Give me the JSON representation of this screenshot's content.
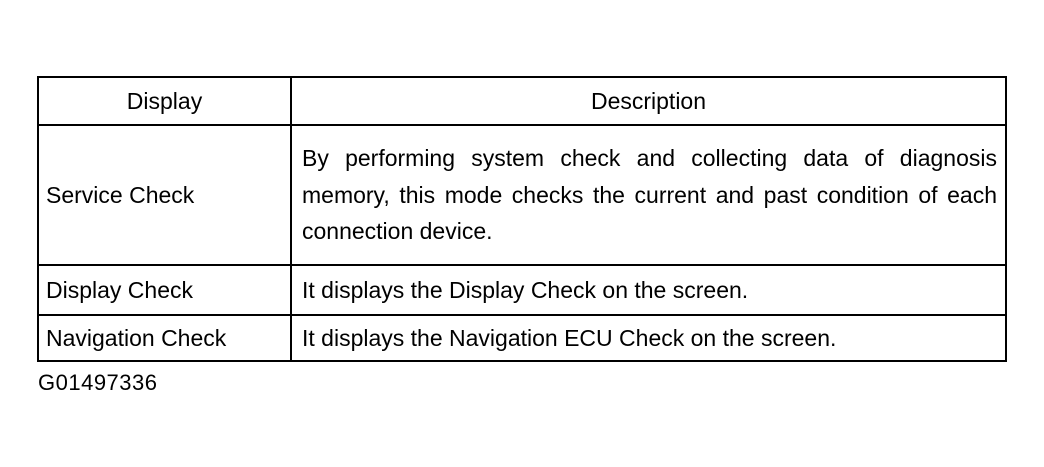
{
  "table": {
    "headers": [
      "Display",
      "Description"
    ],
    "rows": [
      {
        "display": "Service Check",
        "description": "By performing system check and collecting data of diagnosis memory, this mode checks the current and past condition of each connection device."
      },
      {
        "display": "Display Check",
        "description": "It displays the Display Check on the screen."
      },
      {
        "display": "Navigation Check",
        "description": "It displays the Navigation ECU Check on the screen."
      }
    ]
  },
  "figure_id": "G01497336"
}
